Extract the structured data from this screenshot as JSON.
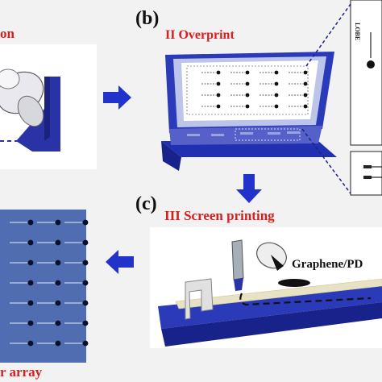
{
  "panel_a": {
    "step_label": "on"
  },
  "panel_b": {
    "letter": "(b)",
    "step_label": "II Overprint",
    "callout_text": "LOBE"
  },
  "panel_c": {
    "letter": "(c)",
    "step_label": "III Screen printing",
    "ink_label": "Graphene/PD"
  },
  "panel_d": {
    "step_label": "r array"
  },
  "colors": {
    "step_label": "#d81e1e",
    "arrow": "#2233cc",
    "frame": "#2b3aa8",
    "panel_bg": "#ffffff"
  }
}
